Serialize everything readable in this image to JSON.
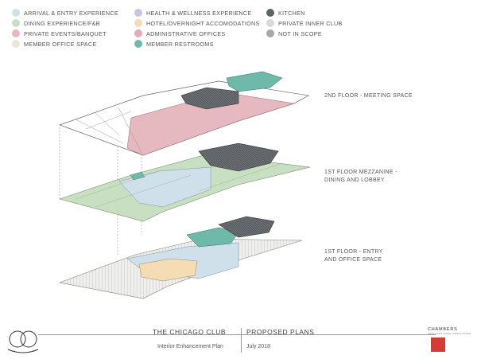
{
  "legend": [
    {
      "label": "ARRIVAL & ENTRY EXPERIENCE",
      "color": "#cfe0ea"
    },
    {
      "label": "HEALTH & WELLNESS EXPERIENCE",
      "color": "#cbc3e3"
    },
    {
      "label": "KITCHEN",
      "color": "#5b636b"
    },
    {
      "label": "DINING EXPERIENCE/F&B",
      "color": "#c8dfc2"
    },
    {
      "label": "HOTEL/OVERNIGHT ACCOMODATIONS",
      "color": "#f4dcb4"
    },
    {
      "label": "PRIVATE INNER CLUB",
      "color": "#d9d9d6"
    },
    {
      "label": "PRIVATE EVENTS/BANQUET",
      "color": "#e6b8bf"
    },
    {
      "label": "ADMINISTRATIVE OFFICES",
      "color": "#e4abbf"
    },
    {
      "label": "NOT IN SCOPE",
      "color": "#a8a8a4"
    },
    {
      "label": "MEMBER OFFICE SPACE",
      "color": "#e9e7d6"
    },
    {
      "label": "MEMBER RESTROOMS",
      "color": "#6fb9aa"
    }
  ],
  "floors": {
    "second": "2ND FLOOR - MEETING SPACE",
    "mezz_line1": "1ST FLOOR MEZZANINE -",
    "mezz_line2": "DINING AND LOBBEY",
    "first_line1": "1ST FLOOR - ENTRY",
    "first_line2": "AND OFFICE SPACE"
  },
  "footer": {
    "title_left": "THE CHICAGO CLUB",
    "title_right": "PROPOSED PLANS",
    "sub_left": "Interior Enhancement Plan",
    "sub_right": "July 2018",
    "firm": "CHAMBERS",
    "firm_sub": "ARCHITECTURAL  ASSOCIATES"
  }
}
